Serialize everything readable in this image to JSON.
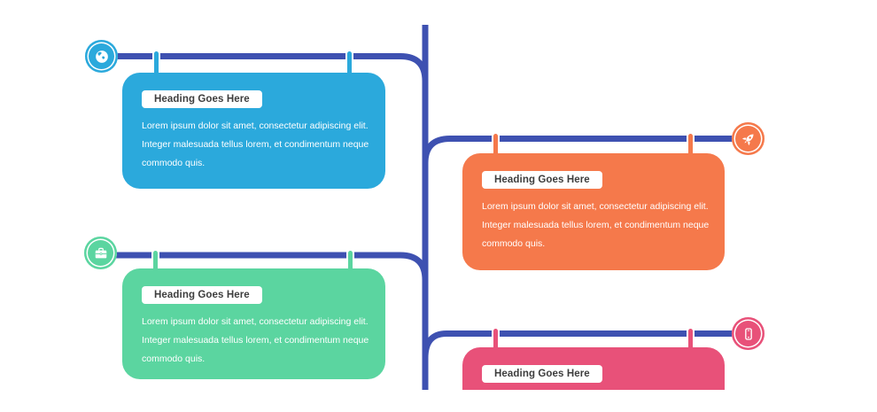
{
  "palette": {
    "background": "#FFFFFF",
    "connector_line": "#3E51B1",
    "badge_background": "#FFFFFF",
    "heading_text_color": "#3D3D3D",
    "body_text_color": "#FFFFFF",
    "cyan": "#2BA9DC",
    "orange": "#F5794B",
    "green": "#5BD5A0",
    "pink": "#E85179"
  },
  "cards": [
    {
      "heading": "Heading Goes Here",
      "body_lines": [
        "Lorem ipsum dolor sit amet, consectetur adipiscing elit.",
        "Integer malesuada tellus lorem, et condimentum neque",
        "commodo quis."
      ],
      "color": "#2BA9DC",
      "icon": "globe-icon",
      "side": "left"
    },
    {
      "heading": "Heading Goes Here",
      "body_lines": [
        "Lorem ipsum dolor sit amet, consectetur adipiscing elit.",
        "Integer malesuada tellus lorem, et condimentum neque",
        "commodo quis."
      ],
      "color": "#F5794B",
      "icon": "rocket-icon",
      "side": "right"
    },
    {
      "heading": "Heading Goes Here",
      "body_lines": [
        "Lorem ipsum dolor sit amet, consectetur adipiscing elit.",
        "Integer malesuada tellus lorem, et condimentum neque",
        "commodo quis."
      ],
      "color": "#5BD5A0",
      "icon": "briefcase-icon",
      "side": "left"
    },
    {
      "heading": "Heading Goes Here",
      "body_lines": [],
      "color": "#E85179",
      "icon": "smartphone-icon",
      "side": "right"
    }
  ]
}
